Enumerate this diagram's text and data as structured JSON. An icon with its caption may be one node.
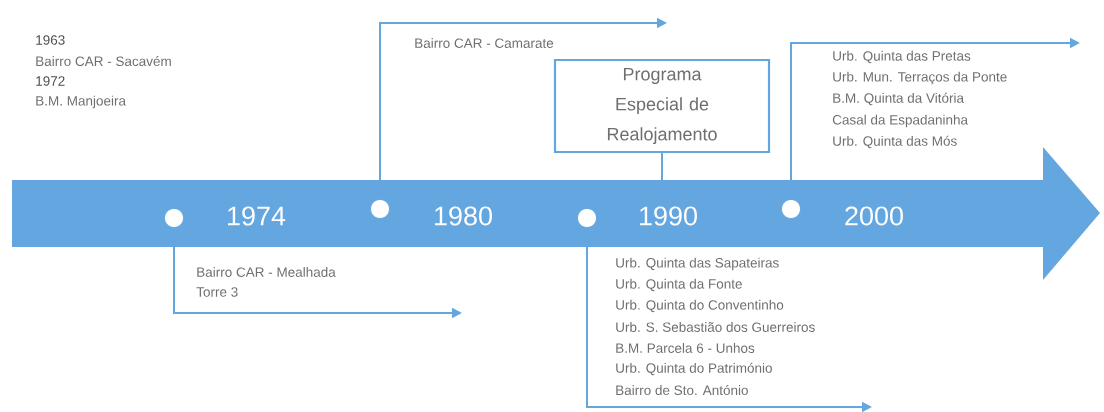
{
  "diagram": {
    "nodes": [
      {
        "text": [],
        "shape": "arrow"
      },
      {
        "text": [],
        "shape": "circle",
        "in": 0,
        "beside": [
          "1974"
        ]
      },
      {
        "text": [],
        "shape": "circle",
        "in": 0,
        "beside": [
          "1980"
        ]
      },
      {
        "text": [],
        "shape": "circle",
        "in": 0,
        "beside": [
          "1990"
        ]
      },
      {
        "text": [],
        "shape": "circle",
        "in": 0,
        "beside": [
          "2000"
        ]
      },
      {
        "text": [
          "Programa Especial de Realojamento"
        ]
      }
    ],
    "edges": [
      {
        "from": 1,
        "to": null,
        "arrow": "to"
      },
      {
        "from": 2,
        "to": null,
        "arrow": "to"
      },
      {
        "from": 3,
        "to": null,
        "arrow": "to"
      },
      {
        "from": 4,
        "to": null,
        "arrow": "to"
      },
      {
        "from": 5,
        "to": 0,
        "arrow": "none"
      }
    ],
    "labels": [
      "1963",
      "Bairro CAR - Sacavém",
      "1972",
      "B.M. Manjoeira",
      "Bairro CAR - Camarate",
      "Urb. Quinta das Pretas",
      "Urb. Mun. Terraços da Ponte",
      "B.M. Quinta da Vitória",
      "Casal da Espadaninha",
      "Urb. Quinta das Mós",
      "Bairro CAR - Mealhada",
      "Torre 3",
      "Urb. Quinta das Sapateiras",
      "Urb. Quinta da Fonte",
      "Urb. Quinta do Conventinho",
      "Urb. S. Sebastião dos Guerreiros",
      "B.M. Parcela 6 - Unhos",
      "Urb. Quinta do Património",
      "Bairro de Sto. António"
    ]
  }
}
